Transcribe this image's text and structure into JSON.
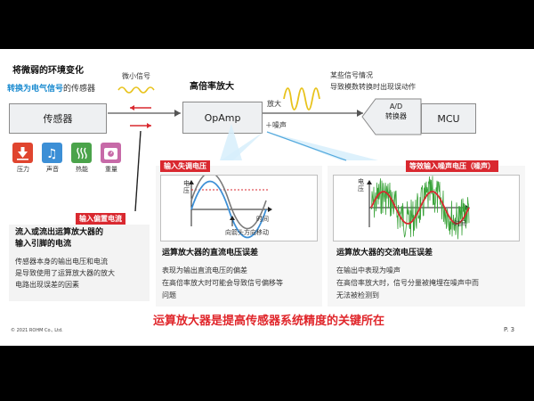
{
  "intro": {
    "line1": "将微弱的环境变化",
    "line2_highlight": "转换为电气信号",
    "line2_rest": "的传感器"
  },
  "sensor_label": "传感器",
  "weak_signal_label": "微小信号",
  "amp_title": "高倍率放大",
  "opamp_label": "OpAmp",
  "amp_out_label": "放大",
  "noise_label": "＋噪声",
  "adc_note": {
    "line1": "某些信号情况",
    "line2": "导致模数转换时出现误动作"
  },
  "adc_label": {
    "line1": "A/D",
    "line2": "转换器"
  },
  "mcu_label": "MCU",
  "icons": [
    {
      "label": "压力",
      "icon": "pressure-icon",
      "color": "#e0452f"
    },
    {
      "label": "声音",
      "icon": "music-note-icon",
      "color": "#3c8fd6"
    },
    {
      "label": "热能",
      "icon": "heat-icon",
      "color": "#4aa34a"
    },
    {
      "label": "重量",
      "icon": "scale-icon",
      "color": "#c76aa8"
    }
  ],
  "bias_tag": "输入偏置电流",
  "offset_tag": "输入失调电压",
  "noise_tag": "等效输入噪声电压（噪声）",
  "left_panel": {
    "title1": "流入或流出运算放大器的",
    "title2": "输入引脚的电流",
    "body1": "传感器本身的输出电压和电流",
    "body2": "是导致使用了运算放大器的放大",
    "body3": "电路出现误差的因素"
  },
  "dc_chart": {
    "ylabel": "电压",
    "xlabel": "时间",
    "annotation": "向箭头方向移动"
  },
  "ac_chart": {
    "ylabel": "电压",
    "xlabel": "时间"
  },
  "mid_panel": {
    "title": "运算放大器的直流电压误差",
    "body1": "表现为输出直流电压的偏差",
    "body2": "在高倍率放大时可能会导致信号偏移等",
    "body3": "问题"
  },
  "right_panel": {
    "title": "运算放大器的交流电压误差",
    "body1": "在输出中表现为噪声",
    "body2": "在高倍率放大时，信号分量被掩埋在噪声中而",
    "body3": "无法被检测到"
  },
  "footer_main": "运算放大器是提高传感器系统精度的关键所在",
  "copyright": "© 2021 ROHM Co., Ltd.",
  "page": "P. 3",
  "colors": {
    "accent_blue": "#1a8bd0",
    "tag_red": "#d9282f",
    "footer_red": "#e0262b",
    "wave_yellow": "#e8c21a"
  }
}
